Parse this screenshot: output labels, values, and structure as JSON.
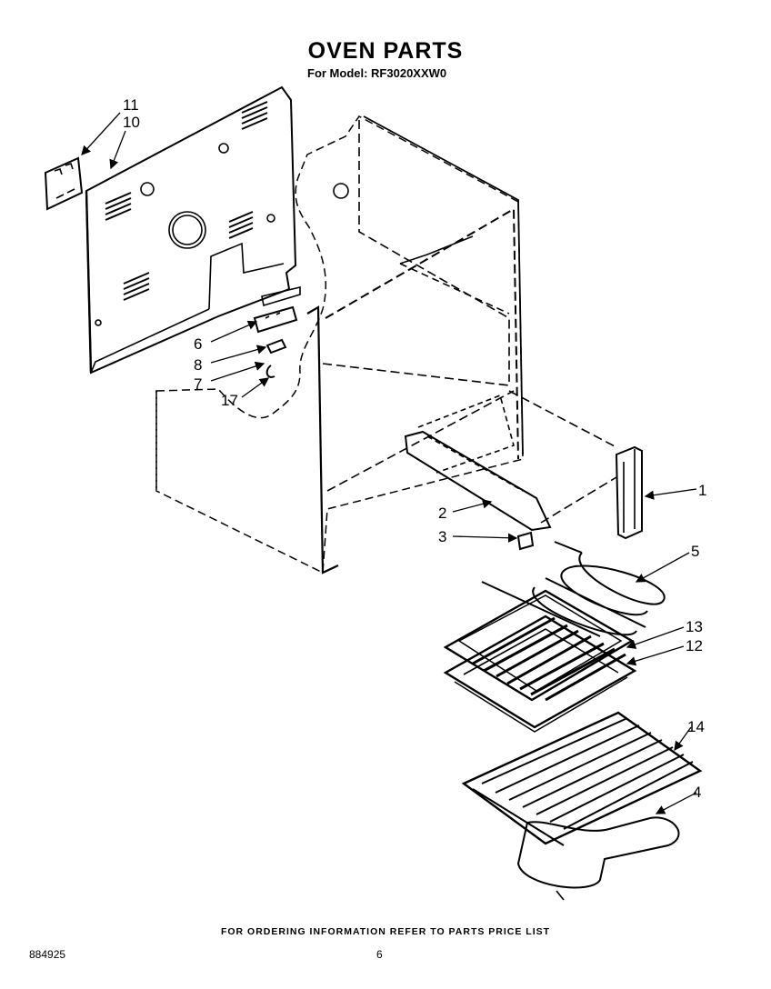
{
  "header": {
    "title": "OVEN PARTS",
    "subtitle": "For Model: RF3020XXW0"
  },
  "callouts": [
    {
      "id": "c11",
      "label": "11"
    },
    {
      "id": "c10",
      "label": "10"
    },
    {
      "id": "c6",
      "label": "6"
    },
    {
      "id": "c8",
      "label": "8"
    },
    {
      "id": "c7",
      "label": "7"
    },
    {
      "id": "c17",
      "label": "17"
    },
    {
      "id": "c1",
      "label": "1"
    },
    {
      "id": "c2",
      "label": "2"
    },
    {
      "id": "c3",
      "label": "3"
    },
    {
      "id": "c5",
      "label": "5"
    },
    {
      "id": "c13",
      "label": "13"
    },
    {
      "id": "c12",
      "label": "12"
    },
    {
      "id": "c14",
      "label": "14"
    },
    {
      "id": "c4",
      "label": "4"
    }
  ],
  "footer": {
    "ordering_note": "FOR ORDERING INFORMATION REFER TO PARTS PRICE LIST",
    "doc_number": "884925",
    "page_number": "6"
  }
}
